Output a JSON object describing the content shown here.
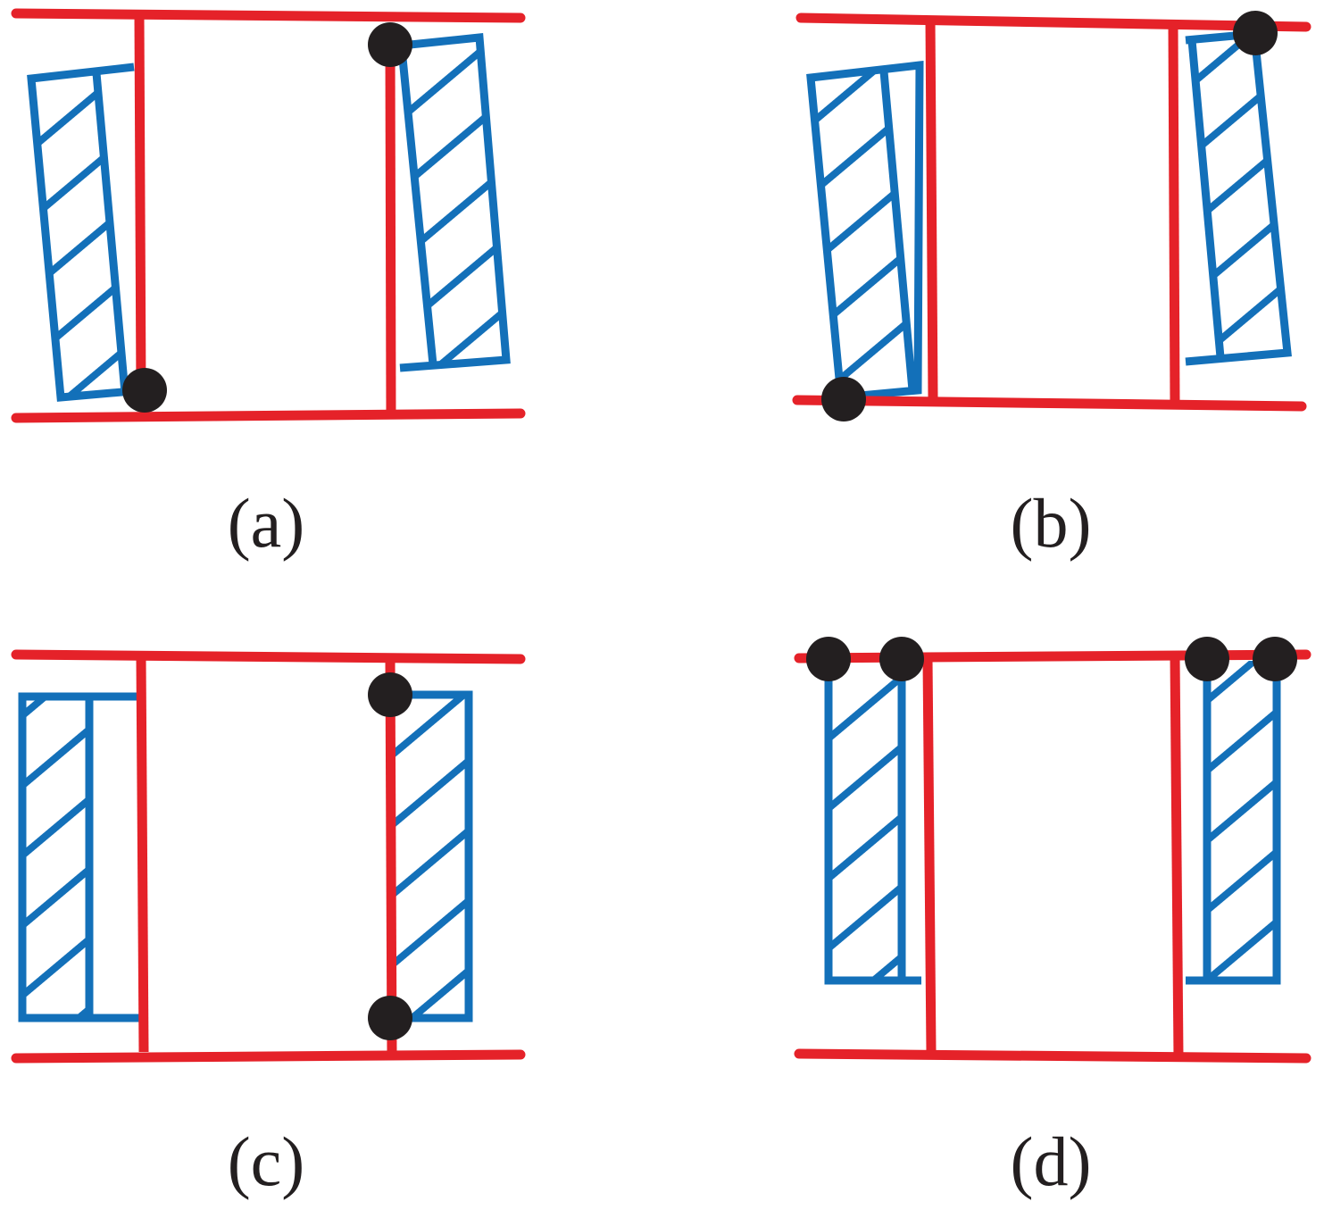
{
  "colors": {
    "frame": "#e52229",
    "block": "#1370b9",
    "joint": "#231f20"
  },
  "panels": [
    {
      "label": "(a)"
    },
    {
      "label": "(b)"
    },
    {
      "label": "(c)"
    },
    {
      "label": "(d)"
    }
  ]
}
